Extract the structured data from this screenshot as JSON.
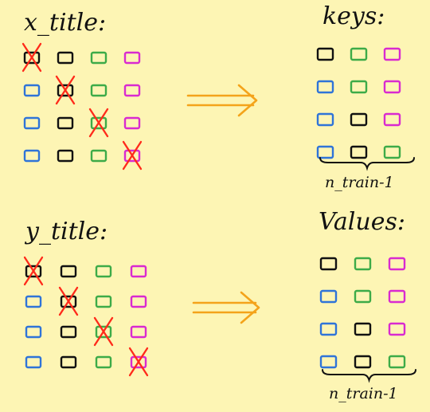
{
  "colors": {
    "background": "#fdf5b4",
    "ink": "#111111",
    "blue": "#2f74d8",
    "black": "#111111",
    "green": "#3dab48",
    "magenta": "#d92ad0",
    "cross": "#ff2a1a",
    "arrow": "#f4a31a"
  },
  "top": {
    "input_label": "x_title:",
    "output_label": "keys:",
    "brace_label": "n_train-1"
  },
  "bottom": {
    "input_label": "y_title:",
    "output_label": "Values:",
    "brace_label": "n_train-1"
  },
  "input_matrix": [
    [
      "black",
      "black",
      "green",
      "magenta"
    ],
    [
      "blue",
      "black",
      "green",
      "magenta"
    ],
    [
      "blue",
      "black",
      "green",
      "magenta"
    ],
    [
      "blue",
      "black",
      "green",
      "magenta"
    ]
  ],
  "crossed_diagonal": true,
  "output_rows": [
    [
      "black",
      "green",
      "magenta"
    ],
    [
      "blue",
      "green",
      "magenta"
    ],
    [
      "blue",
      "black",
      "magenta"
    ],
    [
      "blue",
      "black",
      "green"
    ]
  ],
  "arrow_icon": "double-arrow-right-icon"
}
